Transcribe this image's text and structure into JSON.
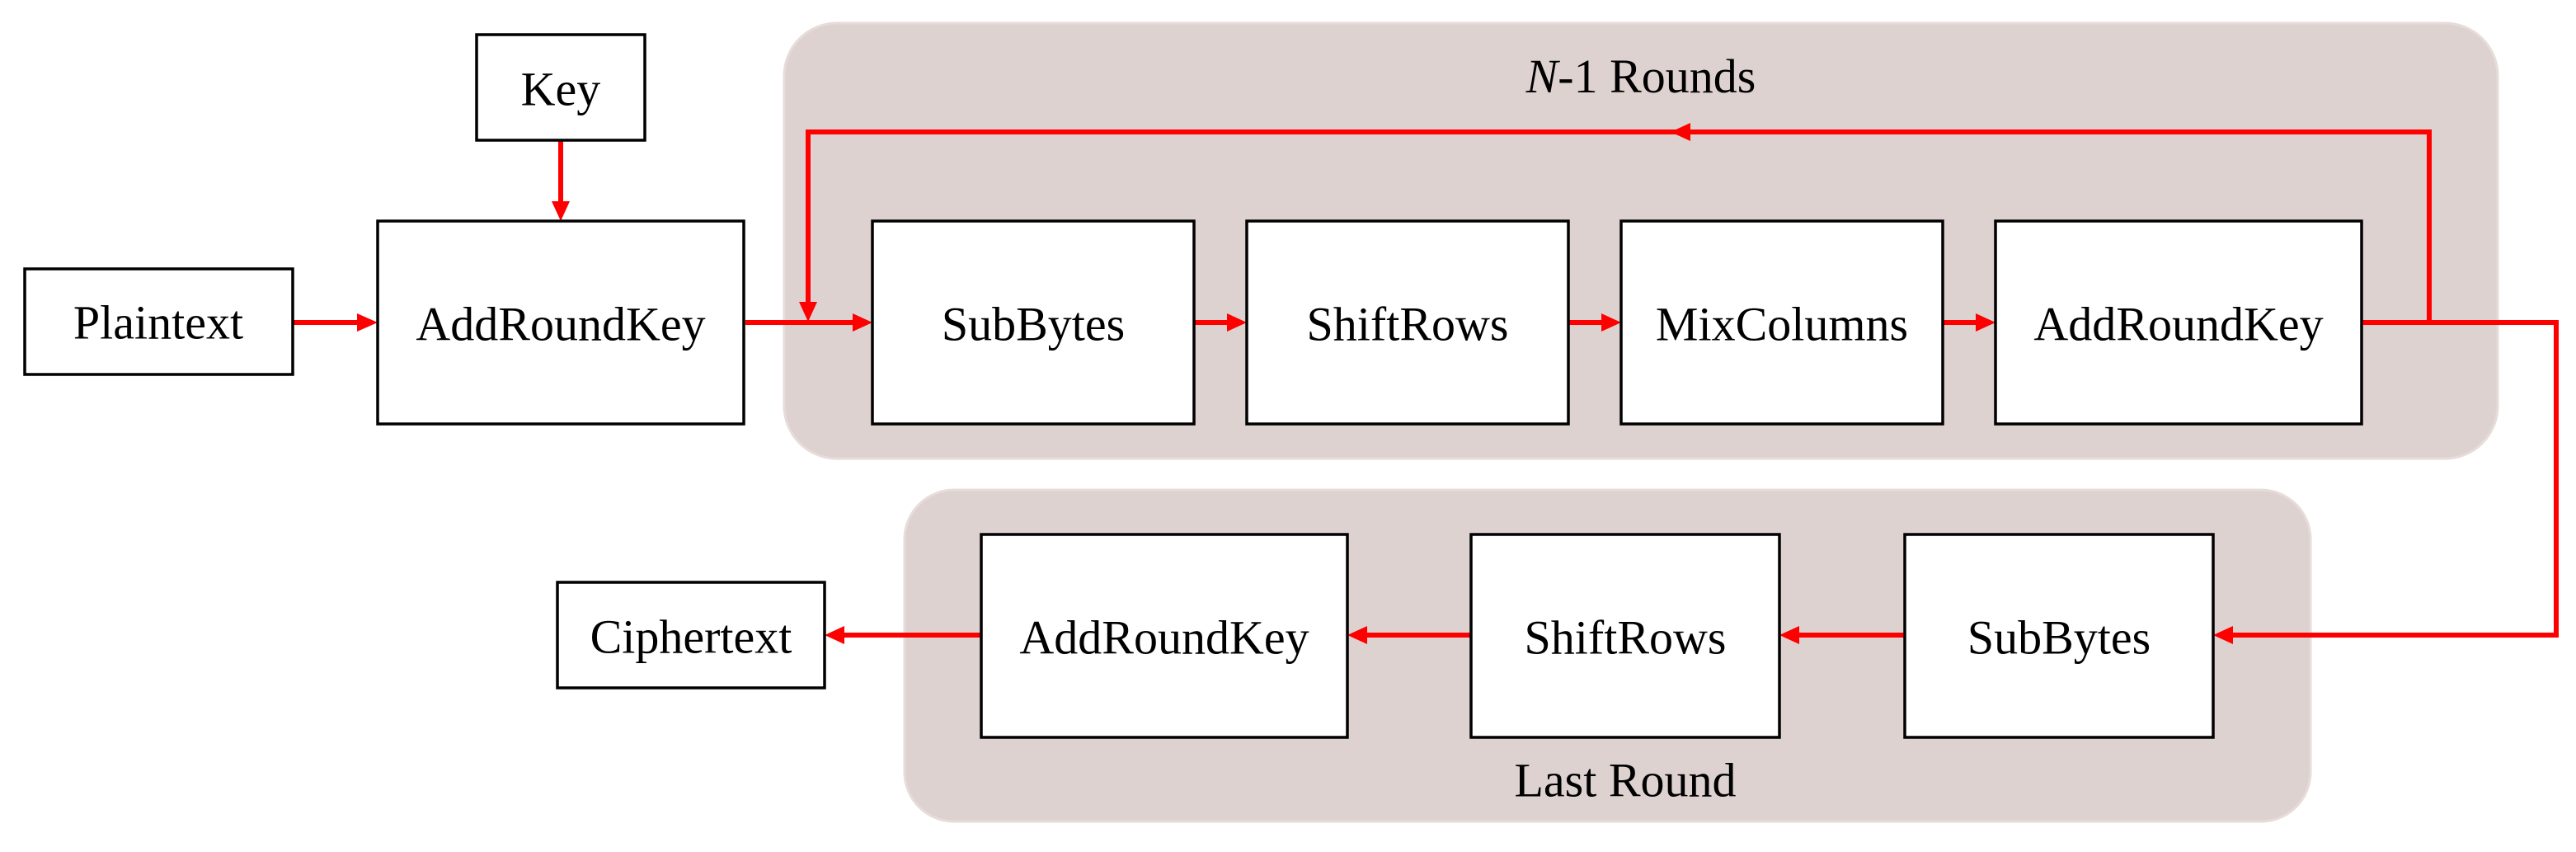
{
  "diagram": {
    "panels": {
      "rounds_title_var": "N",
      "rounds_title_rest": "-1 Rounds",
      "last_round": "Last Round"
    },
    "nodes": {
      "key": "Key",
      "plaintext": "Plaintext",
      "initial_add_round_key": "AddRoundKey",
      "sub_bytes": "SubBytes",
      "shift_rows": "ShiftRows",
      "mix_columns": "MixColumns",
      "round_add_round_key": "AddRoundKey",
      "last_sub_bytes": "SubBytes",
      "last_shift_rows": "ShiftRows",
      "last_add_round_key": "AddRoundKey",
      "ciphertext": "Ciphertext"
    },
    "colors": {
      "arrow": "#ff0000",
      "panel_fill": "#ddd2d0",
      "box_fill": "#ffffff",
      "box_stroke": "#000000"
    }
  }
}
